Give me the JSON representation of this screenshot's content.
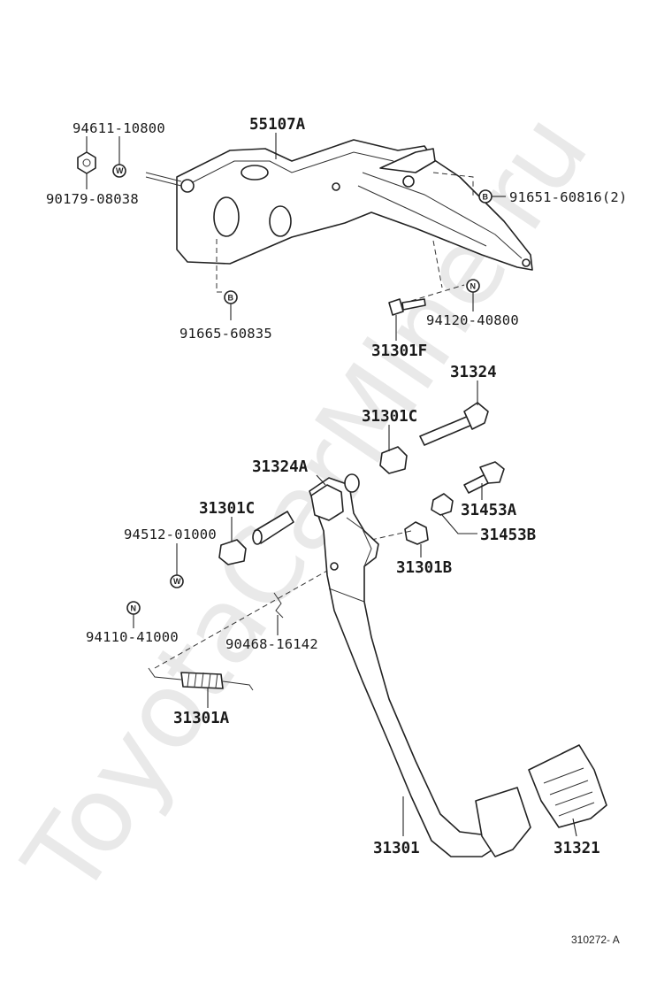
{
  "watermark": "ToyotaCarMine.ru",
  "diagram_code": "310272- A",
  "parts": {
    "bracket": "55107A",
    "bracket_washer": "94611-10800",
    "bracket_nut": "90179-08038",
    "bracket_bolt_b": "91665-60835",
    "bracket_bolt_right": "91651-60816(2)",
    "pedal_bolt_nut": "94120-40800",
    "stopper_bolt": "31301F",
    "pivot_bolt": "31324",
    "bushing_upper": "31301C",
    "collar": "31324A",
    "bushing_lower": "31301C",
    "stopper_washer": "94512-01000",
    "nut_n": "94110-41000",
    "clip": "90468-16142",
    "spring": "31301A",
    "cushion_a": "31453A",
    "cushion_b": "31453B",
    "pedal_cushion": "31301B",
    "pedal_arm": "31301",
    "pedal_pad": "31321"
  },
  "symbols": {
    "washer": "W",
    "bolt": "B",
    "nut": "N"
  }
}
